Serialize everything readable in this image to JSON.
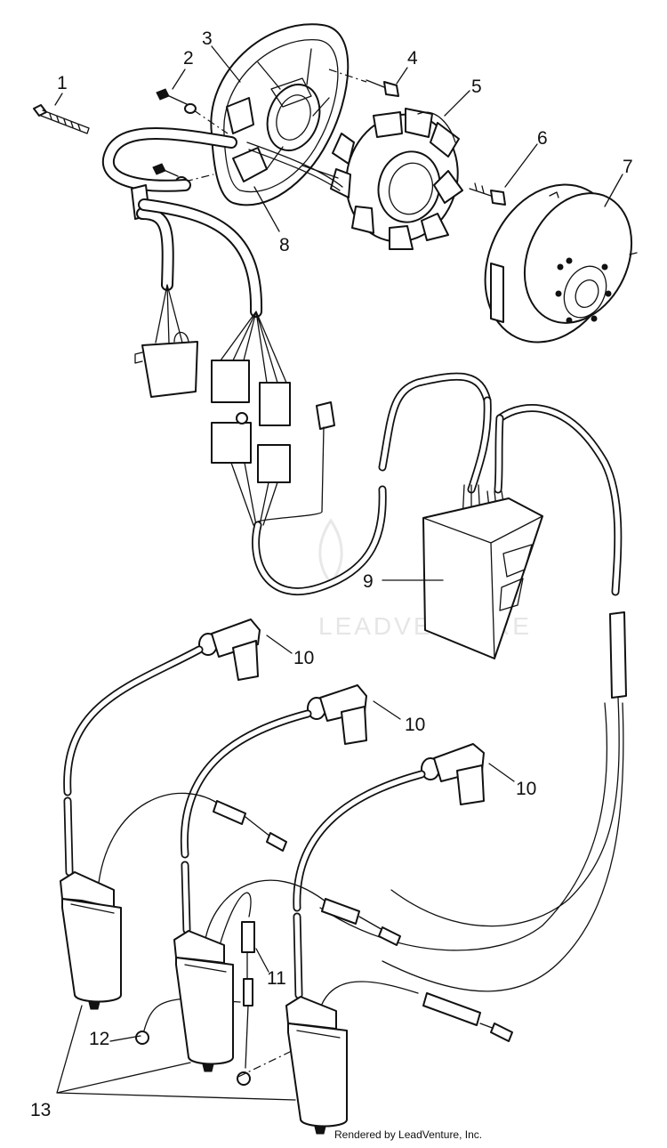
{
  "callouts": {
    "c1": "1",
    "c2": "2",
    "c3": "3",
    "c4": "4",
    "c5": "5",
    "c6": "6",
    "c7": "7",
    "c8": "8",
    "c9": "9",
    "c10a": "10",
    "c10b": "10",
    "c10c": "10",
    "c11": "11",
    "c12": "12",
    "c13": "13"
  },
  "watermark": "LEADVENTURE",
  "footer": "Rendered by LeadVenture, Inc."
}
